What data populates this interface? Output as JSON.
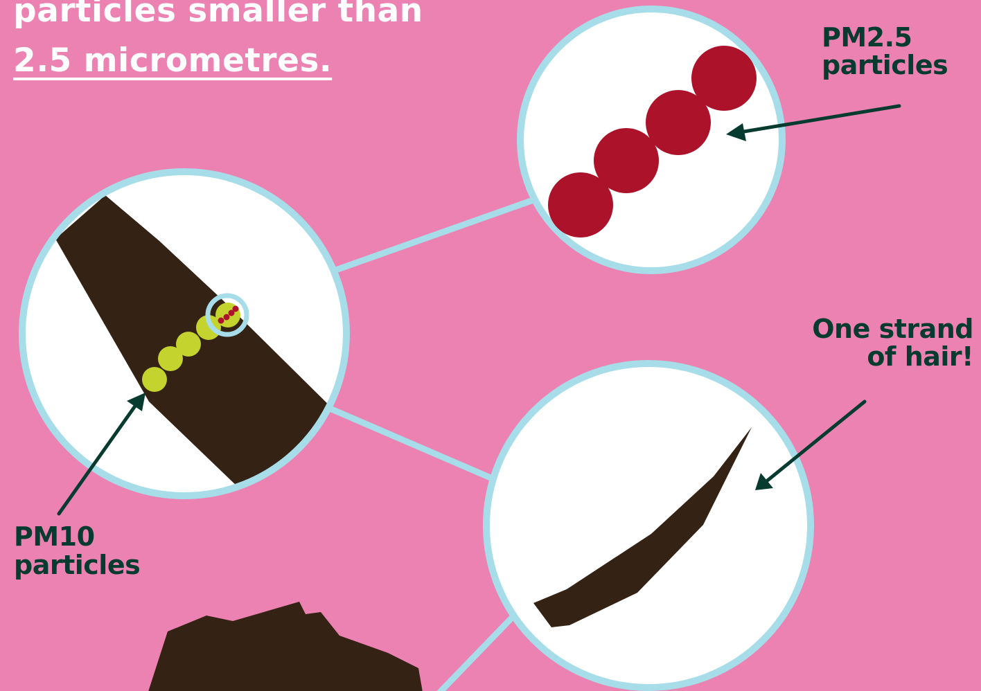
{
  "headline": {
    "line1": "particles smaller than",
    "line2": "2.5 micrometres."
  },
  "labels": {
    "pm25": {
      "line1": "PM2.5",
      "line2": "particles"
    },
    "hair": {
      "line1": "One strand",
      "line2": "of hair!"
    },
    "pm10": {
      "line1": "PM10",
      "line2": "particles"
    }
  },
  "colors": {
    "background": "#ec82b2",
    "lens_border": "#a6dde9",
    "lens_fill": "#ffffff",
    "hair": "#342214",
    "pm25_particle": "#ac1229",
    "pm10_particle": "#c4d32e",
    "arrow": "#073b30",
    "headline_text": "#ffffff",
    "label_text": "#073b30"
  }
}
